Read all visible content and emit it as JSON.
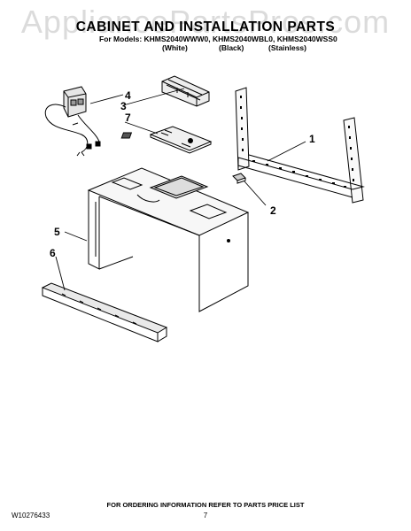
{
  "page": {
    "title": "CABINET AND INSTALLATION PARTS",
    "watermark": "AppliancePartsPros.com",
    "models_line": "For Models: KHMS2040WWW0, KHMS2040WBL0, KHMS2040WSS0",
    "variants": [
      "(White)",
      "(Black)",
      "(Stainless)"
    ],
    "footer_note": "FOR ORDERING INFORMATION REFER TO PARTS PRICE LIST",
    "doc_number": "W10276433",
    "page_number": "7"
  },
  "callouts": [
    "1",
    "2",
    "3",
    "4",
    "5",
    "6",
    "7"
  ]
}
